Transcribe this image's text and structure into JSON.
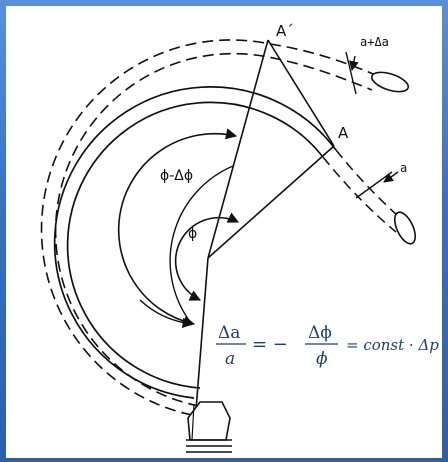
{
  "labels": {
    "point_a_prime": "A´",
    "point_a": "A",
    "gap_label_upper": "a+Δa",
    "gap_label_lower": "a",
    "angle_phi_minus_dphi": "ϕ-Δϕ",
    "angle_phi": "ϕ"
  },
  "formula": {
    "lhs_num": "Δa",
    "lhs_den": "a",
    "equals_minus": "= −",
    "rhs_num": "Δϕ",
    "rhs_den": "ϕ",
    "rhs_tail": "= const · Δp"
  },
  "colors": {
    "background_frame": "#3c6fc0",
    "ink": "#111111",
    "formula": "#1c3f73"
  }
}
